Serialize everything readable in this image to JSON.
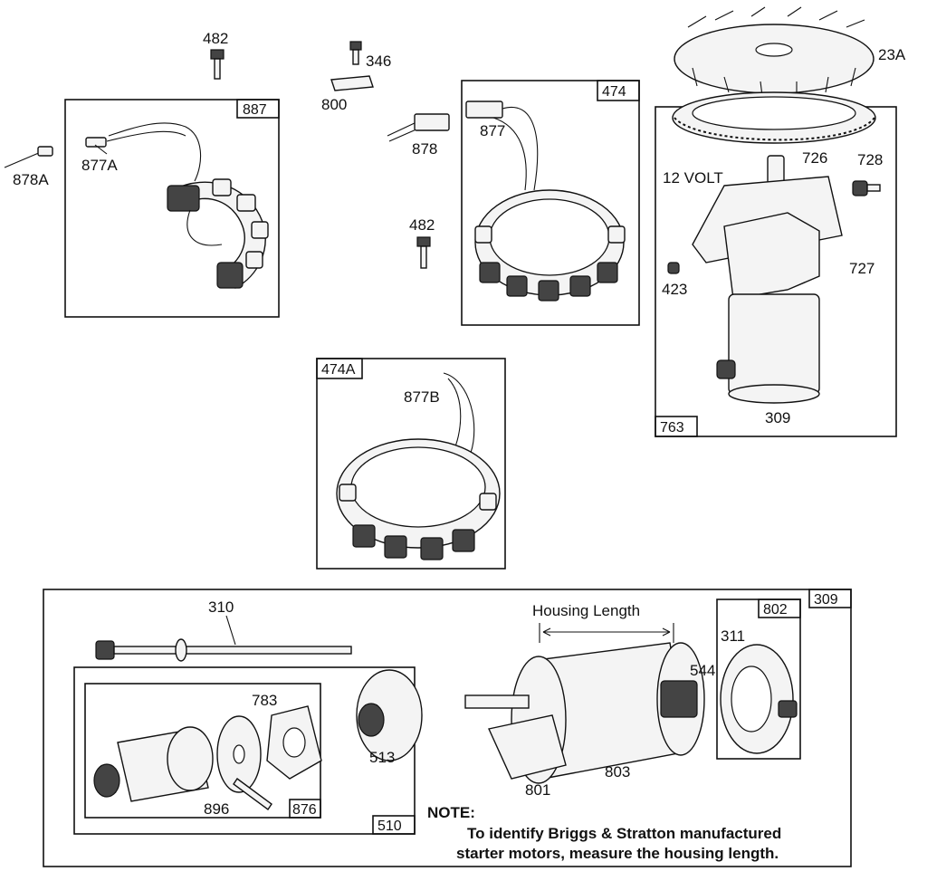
{
  "labels": {
    "p482a": "482",
    "p346": "346",
    "p800": "800",
    "p878A": "878A",
    "p877A": "877A",
    "p887": "887",
    "p878": "878",
    "p877": "877",
    "p474": "474",
    "p482b": "482",
    "p23A": "23A",
    "p726": "726",
    "p728": "728",
    "p12volt": "12 VOLT",
    "p727": "727",
    "p423": "423",
    "p309a": "309",
    "p763": "763",
    "p474A": "474A",
    "p877B": "877B",
    "p309b": "309",
    "p310": "310",
    "p783": "783",
    "p513": "513",
    "p896": "896",
    "p876": "876",
    "p510": "510",
    "housing": "Housing Length",
    "p544": "544",
    "p311": "311",
    "p802": "802",
    "p801": "801",
    "p803": "803"
  },
  "note": {
    "title": "NOTE:",
    "line1": "To identify Briggs & Stratton manufactured",
    "line2": "starter motors, measure the housing length."
  }
}
